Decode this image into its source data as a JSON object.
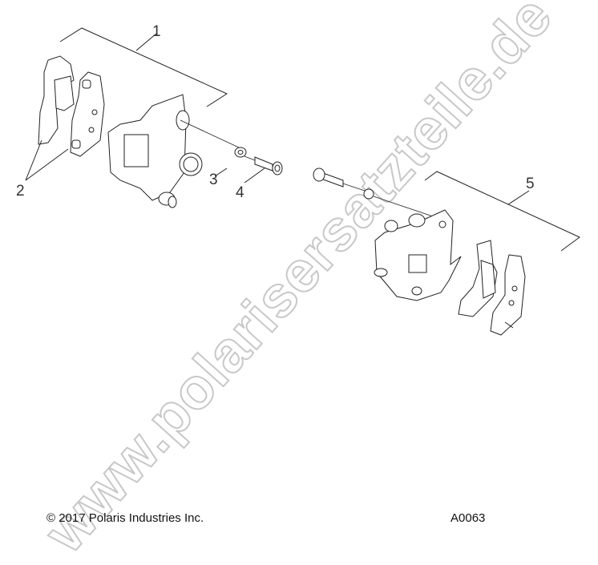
{
  "diagram": {
    "callouts": [
      {
        "id": "1",
        "label": "1"
      },
      {
        "id": "2",
        "label": "2"
      },
      {
        "id": "3",
        "label": "3"
      },
      {
        "id": "4",
        "label": "4"
      },
      {
        "id": "5",
        "label": "5"
      }
    ],
    "parts": [
      "left-brake-caliper-assembly",
      "brake-pads-left",
      "washer",
      "bolt",
      "right-brake-caliper-assembly",
      "brake-pads-right"
    ]
  },
  "watermark": "www.polarisersatzteile.de",
  "footer": {
    "copyright": "© 2017 Polaris Industries Inc.",
    "code": "A0063"
  }
}
